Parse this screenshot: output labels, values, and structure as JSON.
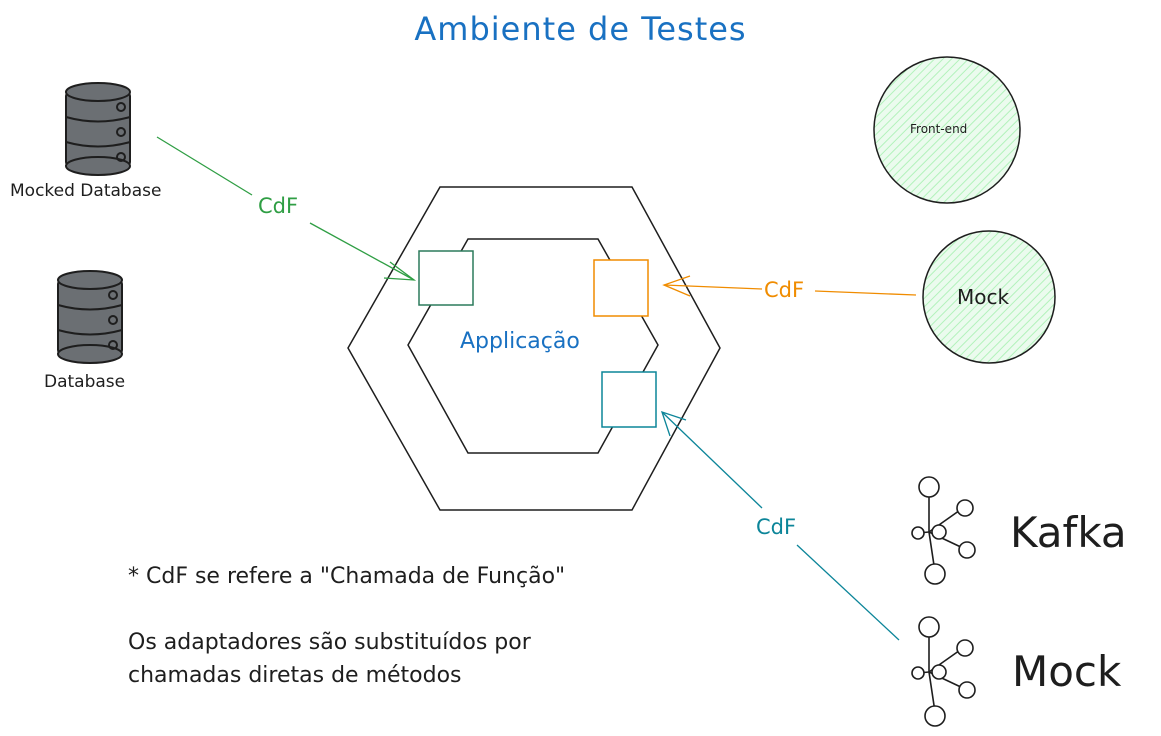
{
  "title": "Ambiente de Testes",
  "nodes": {
    "mocked_database": "Mocked Database",
    "database": "Database",
    "application": "Applicação",
    "front_end": "Front-end",
    "mock_circle": "Mock",
    "kafka": "Kafka",
    "mock_kafka": "Mock"
  },
  "edges": {
    "green": "CdF",
    "orange": "CdF",
    "teal": "CdF"
  },
  "notes": {
    "footnote": "* CdF se refere a \"Chamada de Função\"",
    "line1": "Os adaptadores são substituídos por",
    "line2": "chamadas diretas de métodos"
  },
  "colors": {
    "title": "#1971c2",
    "green": "#2f9e44",
    "orange": "#f08c00",
    "teal": "#0c8599",
    "dark_green": "#2b7a5b",
    "circle_fill": "#d3f9d8",
    "db_fill": "#6b6f73"
  }
}
